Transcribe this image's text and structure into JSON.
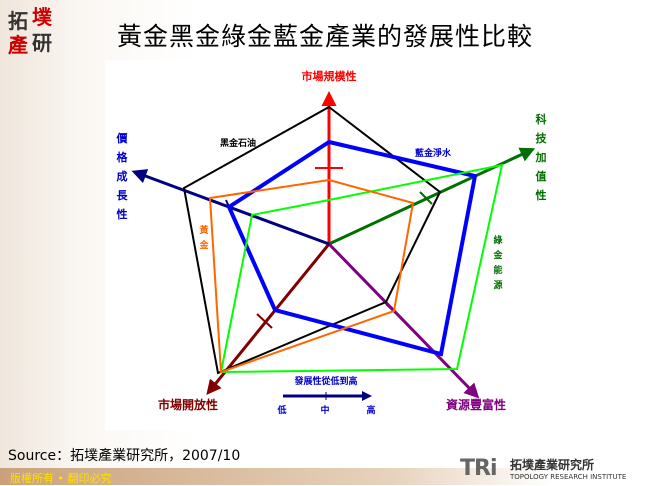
{
  "logo": {
    "chars": [
      "拓",
      "墣",
      "產",
      "研"
    ]
  },
  "title": "黃金黑金綠金藍金產業的發展性比較",
  "axes": [
    {
      "label": "市場規模性",
      "color": "#ff0000"
    },
    {
      "label": "科技加值性",
      "color": "#007000"
    },
    {
      "label": "資源豐富性",
      "color": "#800080"
    },
    {
      "label": "市場開放性",
      "color": "#800000"
    },
    {
      "label": "價格成長性",
      "color": "#000080"
    }
  ],
  "series": [
    {
      "name": "黑金石油",
      "color": "#000000"
    },
    {
      "name": "藍金淨水",
      "color": "#0000ff"
    },
    {
      "name": "綠金能源",
      "color": "#00ff00"
    },
    {
      "name": "黃金",
      "color": "#ff6600"
    }
  ],
  "scale": {
    "title": "發展性從低到高",
    "low": "低",
    "mid": "中",
    "high": "高"
  },
  "source": "Source：拓墣產業研究所，2007/10",
  "footer": {
    "copyright": "版權所有 • 翻印必究",
    "brand": "TRi",
    "brand_cn": "拓墣產業研究所",
    "brand_en": "TOPOLOGY RESEARCH INSTITUTE"
  }
}
